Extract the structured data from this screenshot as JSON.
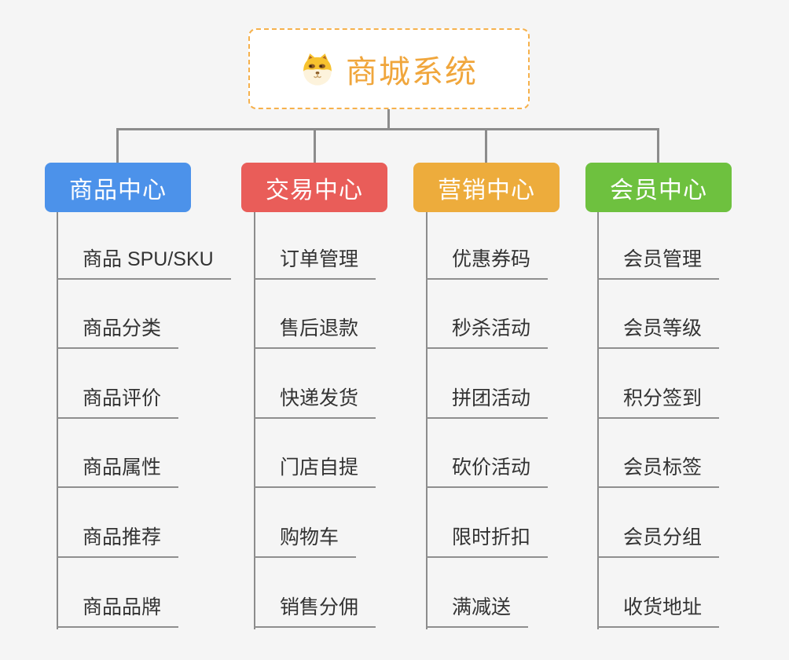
{
  "root": {
    "title": "商城系统",
    "icon": "doge-icon",
    "border_color": "#f6b14c",
    "title_color": "#f0a63c"
  },
  "connector_color": "#8c8c8c",
  "branches": [
    {
      "label": "商品中心",
      "color": "#4c92ea",
      "items": [
        "商品 SPU/SKU",
        "商品分类",
        "商品评价",
        "商品属性",
        "商品推荐",
        "商品品牌"
      ]
    },
    {
      "label": "交易中心",
      "color": "#e95d59",
      "items": [
        "订单管理",
        "售后退款",
        "快递发货",
        "门店自提",
        "购物车",
        "销售分佣"
      ]
    },
    {
      "label": "营销中心",
      "color": "#edac3c",
      "items": [
        "优惠券码",
        "秒杀活动",
        "拼团活动",
        "砍价活动",
        "限时折扣",
        "满减送"
      ]
    },
    {
      "label": "会员中心",
      "color": "#6ec13f",
      "items": [
        "会员管理",
        "会员等级",
        "积分签到",
        "会员标签",
        "会员分组",
        "收货地址"
      ]
    }
  ]
}
